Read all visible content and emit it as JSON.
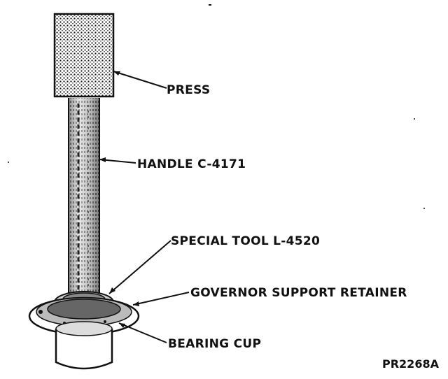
{
  "figure": {
    "labels": {
      "press": "PRESS",
      "handle": "HANDLE C-4171",
      "special_tool": "SPECIAL TOOL L-4520",
      "governor_support_retainer": "GOVERNOR SUPPORT RETAINER",
      "bearing_cup": "BEARING CUP"
    },
    "figure_id": "PR2268A"
  },
  "colors": {
    "ink": "#111111",
    "paper": "#ffffff"
  }
}
